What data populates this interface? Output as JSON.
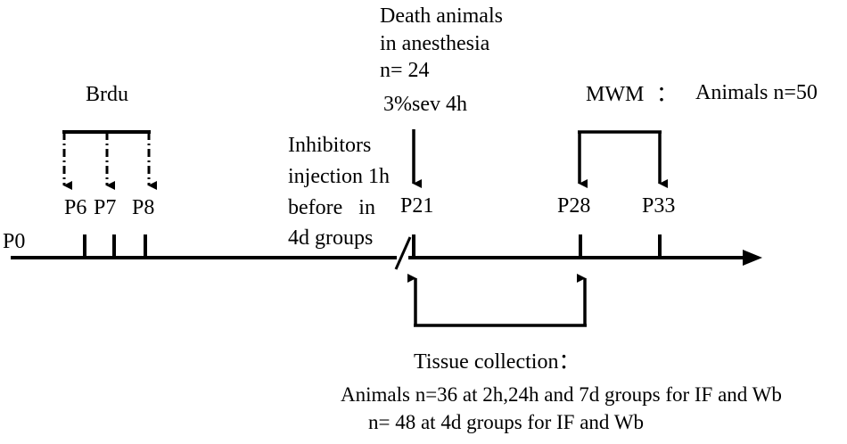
{
  "timeline": {
    "start_label": "P0",
    "day_labels": [
      "P6",
      "P7",
      "P8",
      "P21",
      "P28",
      "P33"
    ]
  },
  "brdu": {
    "label": "Brdu"
  },
  "anesthesia": {
    "lines": [
      "Death animals",
      "in anesthesia",
      "n= 24",
      "3%sev 4h"
    ]
  },
  "inhibitors": {
    "lines": [
      "Inhibitors",
      "injection 1h",
      "before   in",
      "4d groups"
    ]
  },
  "mwm": {
    "label": "MWM",
    "separator": "：",
    "animals": "Animals n=50"
  },
  "tissue": {
    "lines": [
      "Tissue collection：",
      "Animals n=36 at 2h,24h and 7d groups for IF and Wb",
      "n= 48 at 4d groups for IF and Wb"
    ]
  }
}
